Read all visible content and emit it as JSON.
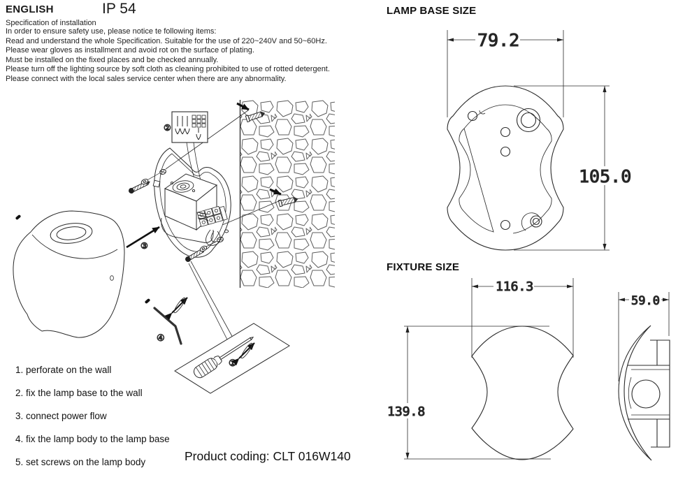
{
  "header": {
    "language": "ENGLISH",
    "ip_rating": "IP 54",
    "spec_title": "Specification of installation",
    "spec_lines": [
      "In order to ensure safety use, please notice te following items:",
      "Read and understand the whole Specification. Suitable for the use of 220~240V and 50~60Hz.",
      "Please wear gloves as installment and avoid rot on the surface of plating.",
      "Must be installed on the fixed places and be checked annually.",
      "Please turn off the lighting source by soft cloth as cleaning prohibited to use of rotted detergent.",
      "Please connect with the local sales service center when there are any abnormality."
    ]
  },
  "installation_steps": [
    "1. perforate on the wall",
    "2. fix the lamp base to the wall",
    "3. connect power flow",
    "4. fix the lamp body to the lamp base",
    "5. set screws on the lamp body"
  ],
  "product_coding": "Product coding: CLT 016W140",
  "diagram_callouts": {
    "one": "①",
    "two": "②",
    "three": "③",
    "four": "④"
  },
  "lamp_base_size": {
    "title": "LAMP BASE SIZE",
    "width_mm": "79.2",
    "height_mm": "105.0"
  },
  "fixture_size": {
    "title": "FIXTURE SIZE",
    "front_width_mm": "116.3",
    "front_height_mm": "139.8",
    "side_depth_mm": "59.0"
  }
}
